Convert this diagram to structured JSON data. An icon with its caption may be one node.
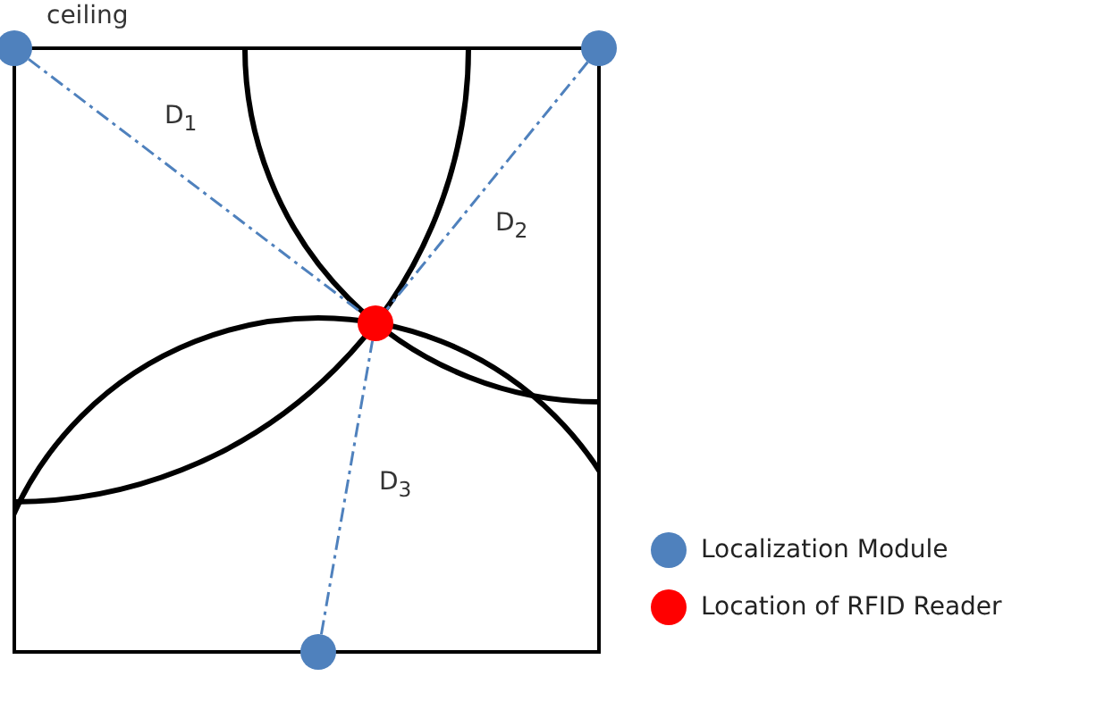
{
  "diagram": {
    "nodes": [
      {
        "text": [],
        "shape": "circle"
      },
      {
        "text": [],
        "shape": "circle"
      },
      {
        "text": [],
        "shape": "circle"
      },
      {
        "text": [],
        "shape": "circle"
      }
    ],
    "edges": [
      {
        "from": 0,
        "to": 3,
        "arrow": "none",
        "style": "dashed",
        "label": "D$_{1}$"
      },
      {
        "from": 1,
        "to": 3,
        "arrow": "none",
        "style": "dashed",
        "label": "D$_{2}$"
      },
      {
        "from": 2,
        "to": 3,
        "arrow": "none",
        "style": "dashed",
        "label": "D$_{3}$"
      }
    ],
    "labels": [
      "ceiling"
    ],
    "legend": [
      {
        "text": "Localization Module",
        "color": "#4f81bd"
      },
      {
        "text": "Location of RFID Reader",
        "color": "#ff0000"
      }
    ]
  }
}
